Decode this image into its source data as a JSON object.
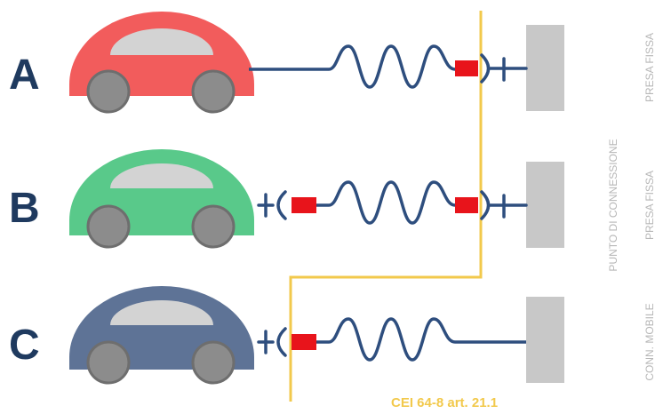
{
  "rows": [
    {
      "letter": "A",
      "car_color": "#f25c5c",
      "left_plug": false,
      "right_socket": true,
      "side_label": "PRESA FISSA"
    },
    {
      "letter": "B",
      "car_color": "#59c98a",
      "left_plug": true,
      "right_socket": true,
      "side_label": "PRESA FISSA"
    },
    {
      "letter": "C",
      "car_color": "#5e7396",
      "left_plug": true,
      "right_socket": false,
      "side_label": "CONN. MOBILE"
    }
  ],
  "connection_point_label": "PUNTO DI CONNESSIONE",
  "footnote": "CEI 64-8 art. 21.1",
  "colors": {
    "letter": "#1f3a5f",
    "cable": "#2e4e7e",
    "plug": "#e8141b",
    "wall": "#c8c8c8",
    "boundary": "#f2c94c",
    "side_label": "#b7b7b7",
    "car_window": "#d3d3d3",
    "wheel": "#8c8c8c",
    "wheel_rim": "#5f5f5f"
  }
}
